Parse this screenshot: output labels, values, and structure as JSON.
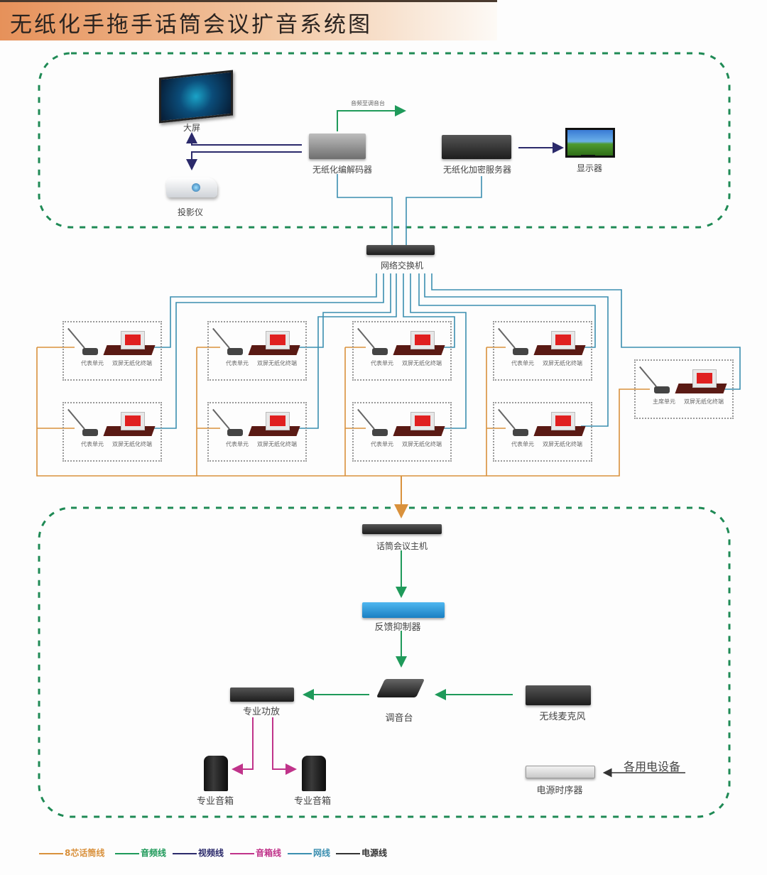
{
  "title": "无纸化手拖手话筒会议扩音系统图",
  "colors": {
    "mic_line": "#d9913c",
    "audio_line": "#1f9a5a",
    "video_line": "#2b2a6b",
    "speaker_line": "#c0338a",
    "network_line": "#3b8fb0",
    "power_line": "#333333",
    "zone_border": "#1f8a55"
  },
  "top_zone": {
    "big_screen": "大屏",
    "projector": "投影仪",
    "codec": "无纸化编解码器",
    "audio_to_mixer": "音频至调音台",
    "server": "无纸化加密服务器",
    "monitor": "显示器"
  },
  "switch": "网络交换机",
  "units": {
    "delegate_unit": "代表单元",
    "chair_unit": "主席单元",
    "terminal": "双屏无纸化终端",
    "delegate_count": 8,
    "chair_count": 1
  },
  "bottom_zone": {
    "host": "话筒会议主机",
    "feedback_suppressor": "反馈抑制器",
    "mixer": "调音台",
    "amplifier": "专业功放",
    "wireless_mic": "无线麦克风",
    "speaker_left": "专业音箱",
    "speaker_right": "专业音箱",
    "power_sequencer": "电源时序器",
    "standby_power": "各用电设备"
  },
  "legend": [
    {
      "label": "8芯话筒线",
      "color": "#d9913c"
    },
    {
      "label": "音频线",
      "color": "#1f9a5a"
    },
    {
      "label": "视频线",
      "color": "#2b2a6b"
    },
    {
      "label": "音箱线",
      "color": "#c0338a"
    },
    {
      "label": "网线",
      "color": "#3b8fb0"
    },
    {
      "label": "电源线",
      "color": "#333333"
    }
  ]
}
